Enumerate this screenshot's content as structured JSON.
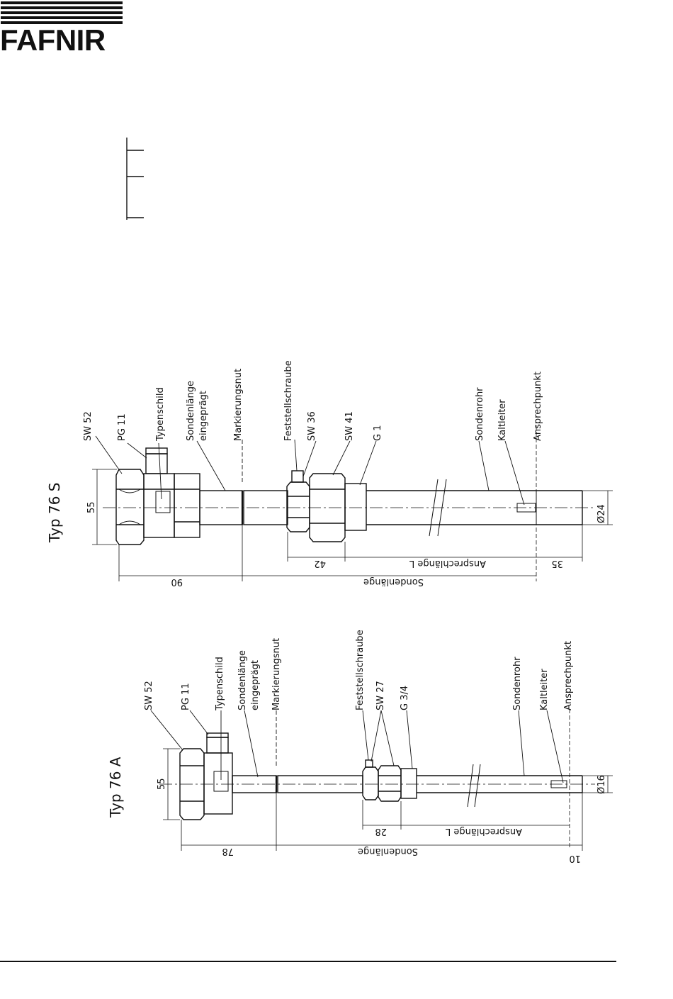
{
  "logo": {
    "text": "FAFNIR"
  },
  "drawing_s": {
    "title": "Typ 76 S",
    "labels": {
      "sw52": "SW 52",
      "pg11": "PG 11",
      "typenschild": "Typenschild",
      "sondenlaenge_line1": "Sondenlänge",
      "sondenlaenge_line2": "eingeprägt",
      "markierungsnut": "Markierungsnut",
      "feststellschraube": "Feststellschraube",
      "sw36": "SW 36",
      "sw41": "SW 41",
      "g1": "G 1",
      "sondenrohr": "Sondenrohr",
      "kaltleiter": "Kaltleiter",
      "ansprechpunkt": "Ansprechpunkt"
    },
    "dims": {
      "height": "55",
      "diameter": "Ø24",
      "d42": "42",
      "ansprechlaenge": "Ansprechlänge L",
      "d35": "35",
      "d90": "90",
      "sondenlaenge": "Sondenlänge"
    }
  },
  "drawing_a": {
    "title": "Typ 76 A",
    "labels": {
      "sw52": "SW 52",
      "pg11": "PG 11",
      "typenschild": "Typenschild",
      "sondenlaenge_line1": "Sondenlänge",
      "sondenlaenge_line2": "eingeprägt",
      "markierungsnut": "Markierungsnut",
      "feststellschraube": "Feststellschraube",
      "sw27": "SW 27",
      "g34": "G 3/4",
      "sondenrohr": "Sondenrohr",
      "kaltleiter": "Kaltleiter",
      "ansprechpunkt": "Ansprechpunkt"
    },
    "dims": {
      "height": "55",
      "diameter": "Ø16",
      "d28": "28",
      "ansprechlaenge": "Ansprechlänge L",
      "d78": "78",
      "sondenlaenge": "Sondenlänge",
      "d10": "10"
    }
  }
}
